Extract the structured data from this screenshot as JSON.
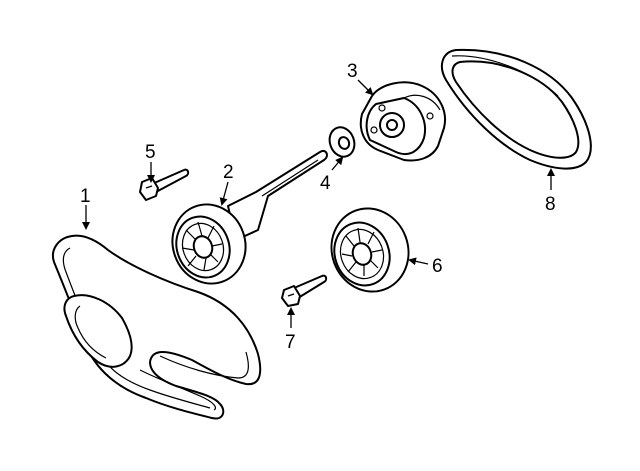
{
  "callouts": {
    "c1": "1",
    "c2": "2",
    "c3": "3",
    "c4": "4",
    "c5": "5",
    "c6": "6",
    "c7": "7",
    "c8": "8"
  },
  "colors": {
    "line": "#000000",
    "fill": "#ffffff"
  },
  "icons": {
    "arrowhead": "solid-triangle-arrow-icon"
  }
}
